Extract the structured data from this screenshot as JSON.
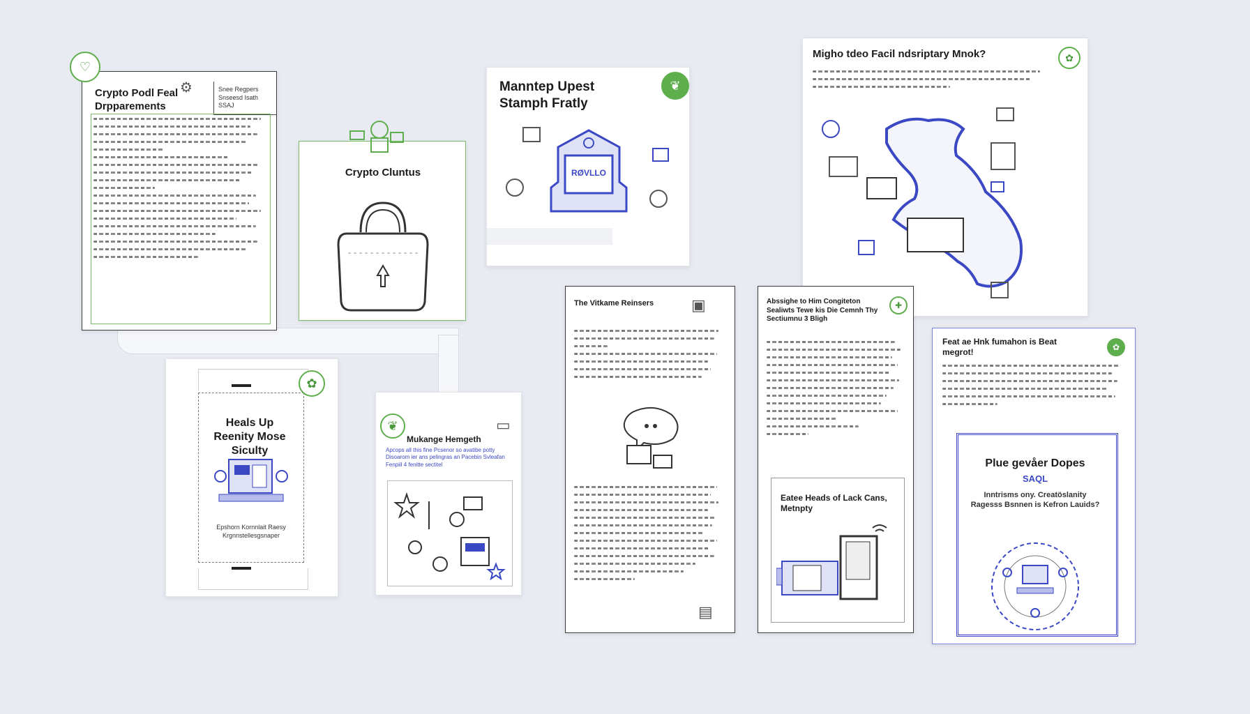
{
  "colors": {
    "background": "#e9ebf2",
    "accent_green": "#5fae4e",
    "accent_blue": "#3b48c4",
    "border_dark": "#3a3a3a"
  },
  "cards": {
    "crypto_post": {
      "title": "Crypto Podl Feal Drpparements",
      "side_note": "Snee Regpers Snseesd Isath SSAJ",
      "icon": "globe-heart-icon"
    },
    "crypto_clutus": {
      "title": "Crypto Cluntus",
      "icon": "padlock-icon"
    },
    "manntep": {
      "title": "Manntep Upest Stamph Fratly",
      "shield_label": "RØVLLO",
      "icon": "shield-icon"
    },
    "map_card": {
      "title": "Migho tdeo Facil ndsriptary Mnok?",
      "icon": "map-icon"
    },
    "heals": {
      "title": "Heals Up Reenity Mose Siculty",
      "caption": "Epshorn Kornnlait Raesy Krgnnstellesgsnaper",
      "icon": "laptop-icon"
    },
    "mikange": {
      "title": "Mukange Hemgeth",
      "sub": "Apcops all this fine Pcsenor so avatibe potty Disoarom ier ans pelingras an Pacebin Svleafan Fenpiil 4 fenitte sectitel",
      "icon": "star-icon"
    },
    "vitkame": {
      "title": "The Vitkame Reinsers",
      "icon": "chat-bubble-icon"
    },
    "abssighe": {
      "title": "Abssighe to Him Congiteton Sealiwts Tewe kis Die Cemnh Thy Sectiumnu 3 Bligh",
      "inner_title": "Eatee Heads of Lack Cans, Metnpty",
      "icon": "wifi-icon"
    },
    "feat": {
      "title": "Feat ae Hnk fumahon is Beat megrot!",
      "inner_title": "Plue gevåer Dopes",
      "inner_tag": "SAQL",
      "inner_sub": "Inntrisms ony. Creatöslanity Ragesss Bsnnen is Kefron Lauids?",
      "icon": "target-icon"
    }
  }
}
